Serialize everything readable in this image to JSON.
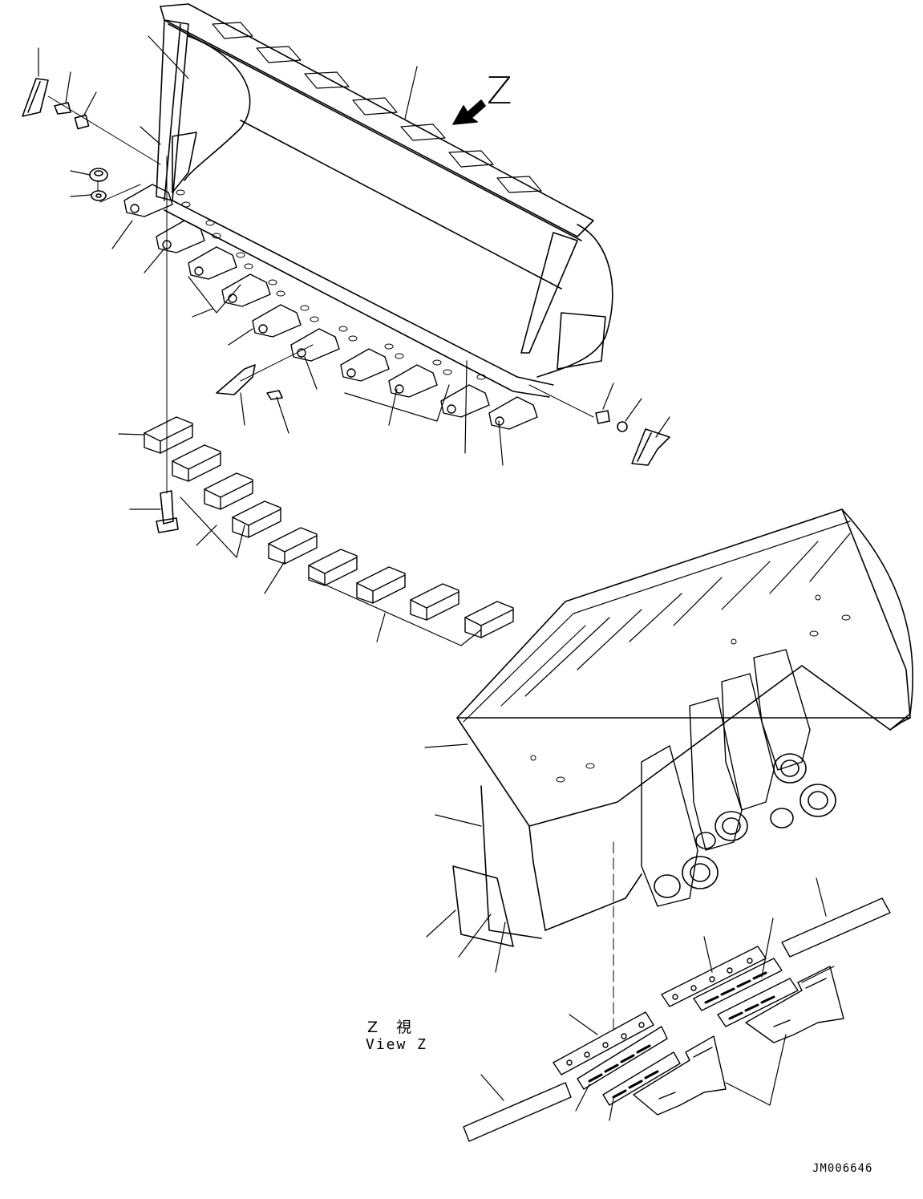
{
  "view_marker": "Z",
  "view_label_jp": "Z　視",
  "view_label_en": "View Z",
  "drawing_id": "JM006646",
  "line_color": "#000000",
  "background": "#ffffff"
}
